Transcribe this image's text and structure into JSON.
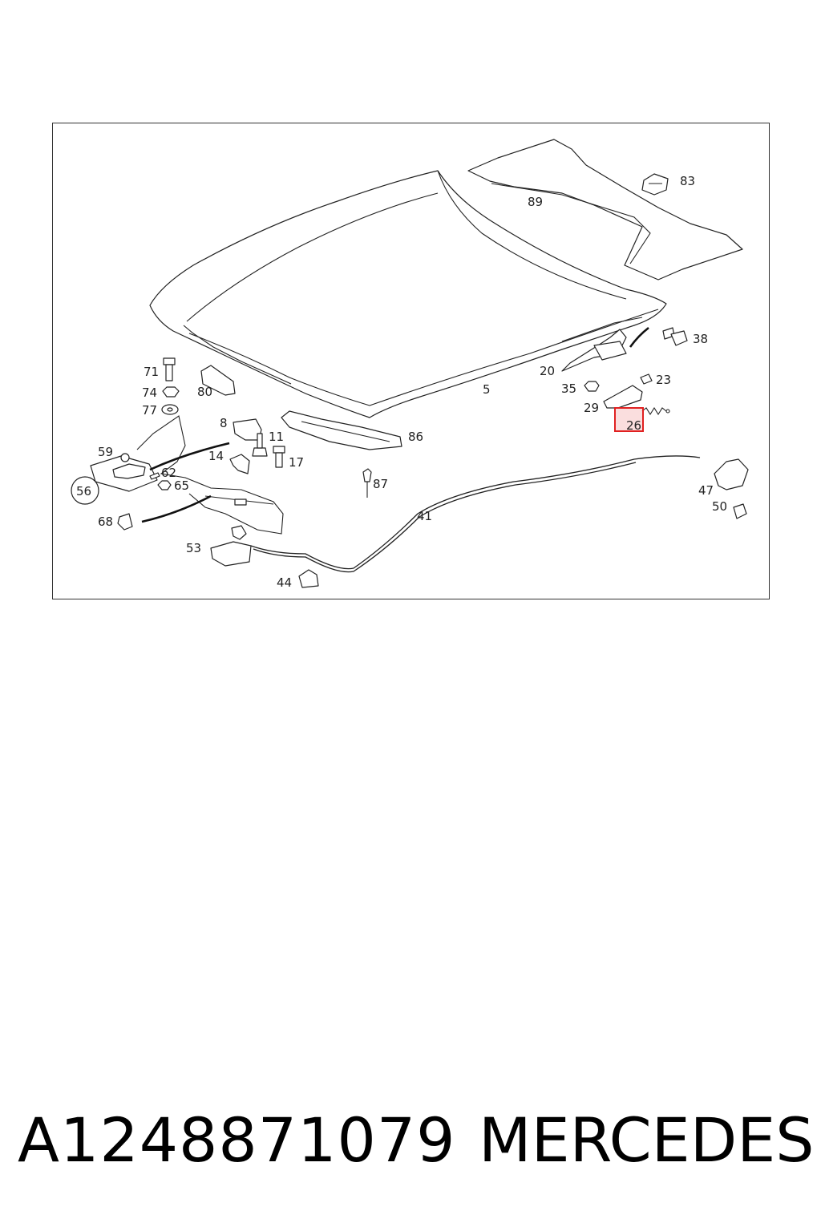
{
  "diagram": {
    "labels": {
      "l5": "5",
      "l8": "8",
      "l11": "11",
      "l14": "14",
      "l17": "17",
      "l20": "20",
      "l23": "23",
      "l26": "26",
      "l29": "29",
      "l35": "35",
      "l38": "38",
      "l41": "41",
      "l44": "44",
      "l47": "47",
      "l50": "50",
      "l53": "53",
      "l56": "56",
      "l59": "59",
      "l62": "62",
      "l65": "65",
      "l68": "68",
      "l71": "71",
      "l74": "74",
      "l77": "77",
      "l80": "80",
      "l83": "83",
      "l86": "86",
      "l87": "87",
      "l89": "89"
    },
    "highlighted_part": "26",
    "highlight_color": "#e02020"
  },
  "footer": {
    "part_number": "A1248871079",
    "brand": "MERCEDES"
  }
}
